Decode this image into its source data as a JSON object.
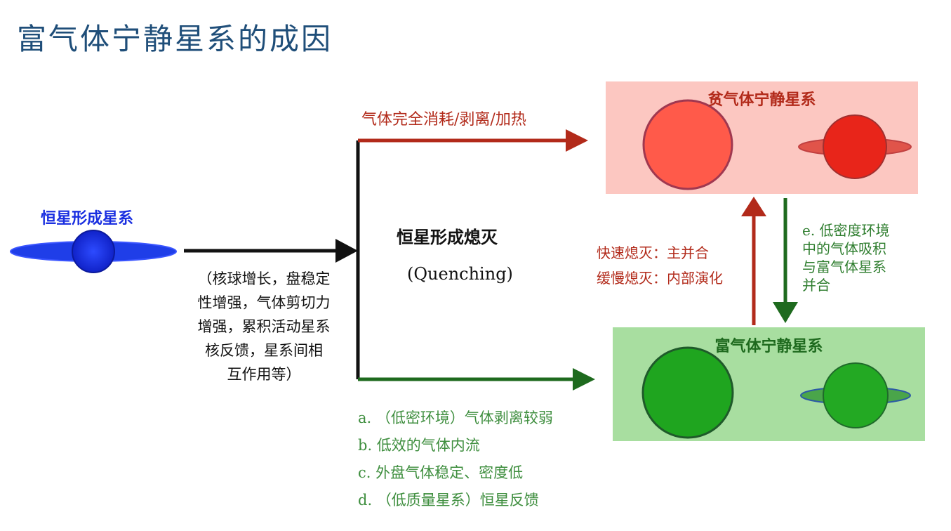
{
  "title": "富气体宁静星系的成因",
  "star_forming": {
    "label": "恒星形成星系"
  },
  "mechanisms": [
    "（核球增长，盘稳定",
    "性增强，气体剪切力",
    "增强，累积活动星系",
    "核反馈，星系间相",
    "互作用等）"
  ],
  "quenching": {
    "title": "恒星形成熄灭",
    "subtitle": "(Quenching)"
  },
  "red_route": {
    "label": "气体完全消耗/剥离/加热"
  },
  "gas_poor": {
    "title": "贫气体宁静星系"
  },
  "gas_rich": {
    "title": "富气体宁静星系"
  },
  "fast_quench": "快速熄灭：主并合",
  "slow_quench": "缓慢熄灭：内部演化",
  "e_text": [
    "e. 低密度环境",
    "中的气体吸积",
    "与富气体星系",
    "并合"
  ],
  "green_reasons": [
    "a. （低密环境）气体剥离较弱",
    "b.  低效的气体内流",
    "c.  外盘气体稳定、密度低",
    "d. （低质量星系）恒星反馈"
  ],
  "colors": {
    "title": "#1f4e79",
    "blue_galaxy": "#1a2fe0",
    "red": "#b22a1a",
    "red_box": "#fcc7c1",
    "green_box": "#a8dea0",
    "green_text": "#3e8e3e"
  },
  "icons": [
    "disk-galaxy-icon",
    "elliptical-galaxy-icon",
    "lenticular-galaxy-icon",
    "arrow-icon"
  ]
}
